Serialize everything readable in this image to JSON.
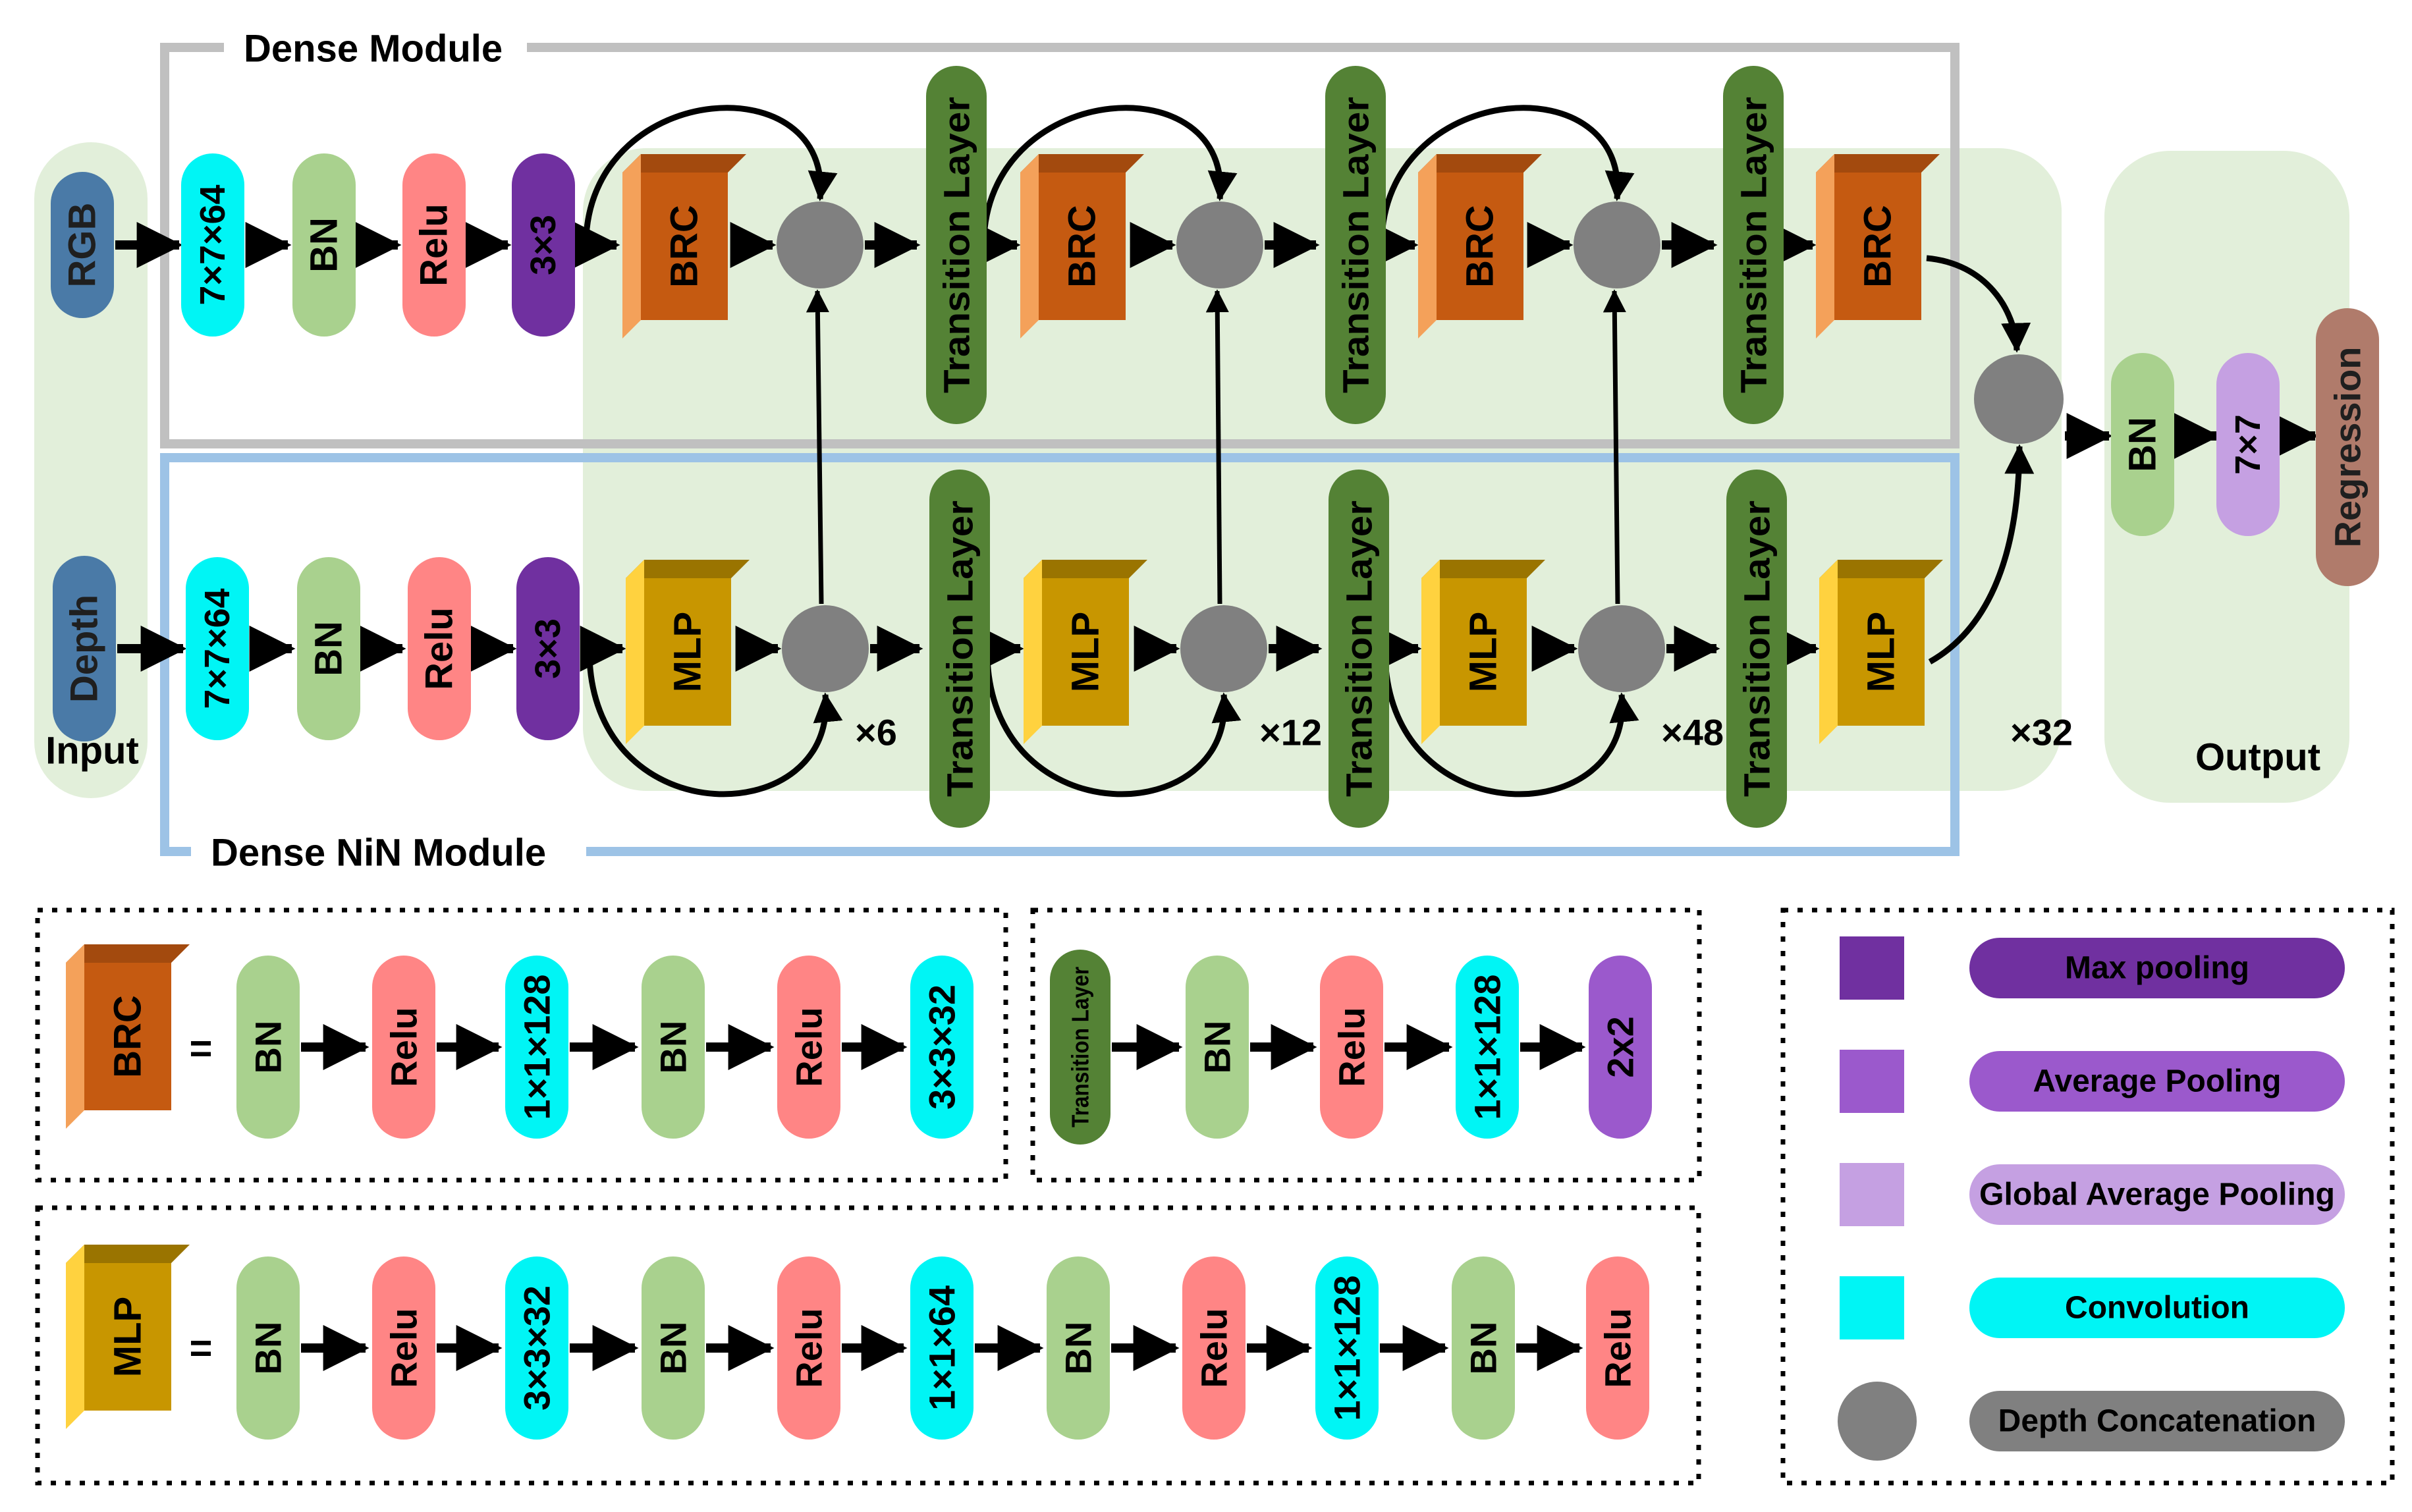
{
  "colors": {
    "conv": "#00f5f5",
    "bn": "#a9d18e",
    "relu": "#ff8585",
    "maxpool": "#7030a0",
    "avgpool": "#9b59cc",
    "globalpool": "#c5a0e2",
    "concat": "#808080",
    "transition": "#548235",
    "input": "#4a7aa7",
    "regression": "#b07b6b",
    "brc_front": "#c55a11",
    "brc_top": "#a34a0e",
    "brc_side": "#f4a15a",
    "mlp_front": "#c89600",
    "mlp_top": "#9a7400",
    "mlp_side": "#ffd23f",
    "bg_green": "#e2efda",
    "dense_frame": "#c0c0c0",
    "nin_frame": "#9dc3e6"
  },
  "diagram": {
    "dense_module_title": "Dense Module",
    "nin_module_title": "Dense NiN Module",
    "input_label": "Input",
    "output_label": "Output",
    "rgb": "RGB",
    "depth": "Depth",
    "conv7": "7×7×64",
    "bn": "BN",
    "relu": "Relu",
    "pool3": "3×3",
    "brc": "BRC",
    "mlp": "MLP",
    "transition": "Transition Layer",
    "rep1": "×6",
    "rep2": "×12",
    "rep3": "×48",
    "rep4": "×32",
    "pool7": "7×7",
    "regression": "Regression"
  },
  "brc_detail": {
    "block": "BRC",
    "equals": "=",
    "items": [
      "BN",
      "Relu",
      "1×1×128",
      "BN",
      "Relu",
      "3×3×32"
    ]
  },
  "transition_detail": {
    "block": "Transition Layer",
    "items": [
      "BN",
      "Relu",
      "1×1×128",
      "2x2"
    ]
  },
  "mlp_detail": {
    "block": "MLP",
    "equals": "=",
    "items": [
      "BN",
      "Relu",
      "3×3×32",
      "BN",
      "Relu",
      "1×1×64",
      "BN",
      "Relu",
      "1×1×128",
      "BN",
      "Relu"
    ]
  },
  "legend": {
    "items": [
      "Max pooling",
      "Average Pooling",
      "Global Average Pooling",
      "Convolution",
      "Depth Concatenation"
    ]
  }
}
